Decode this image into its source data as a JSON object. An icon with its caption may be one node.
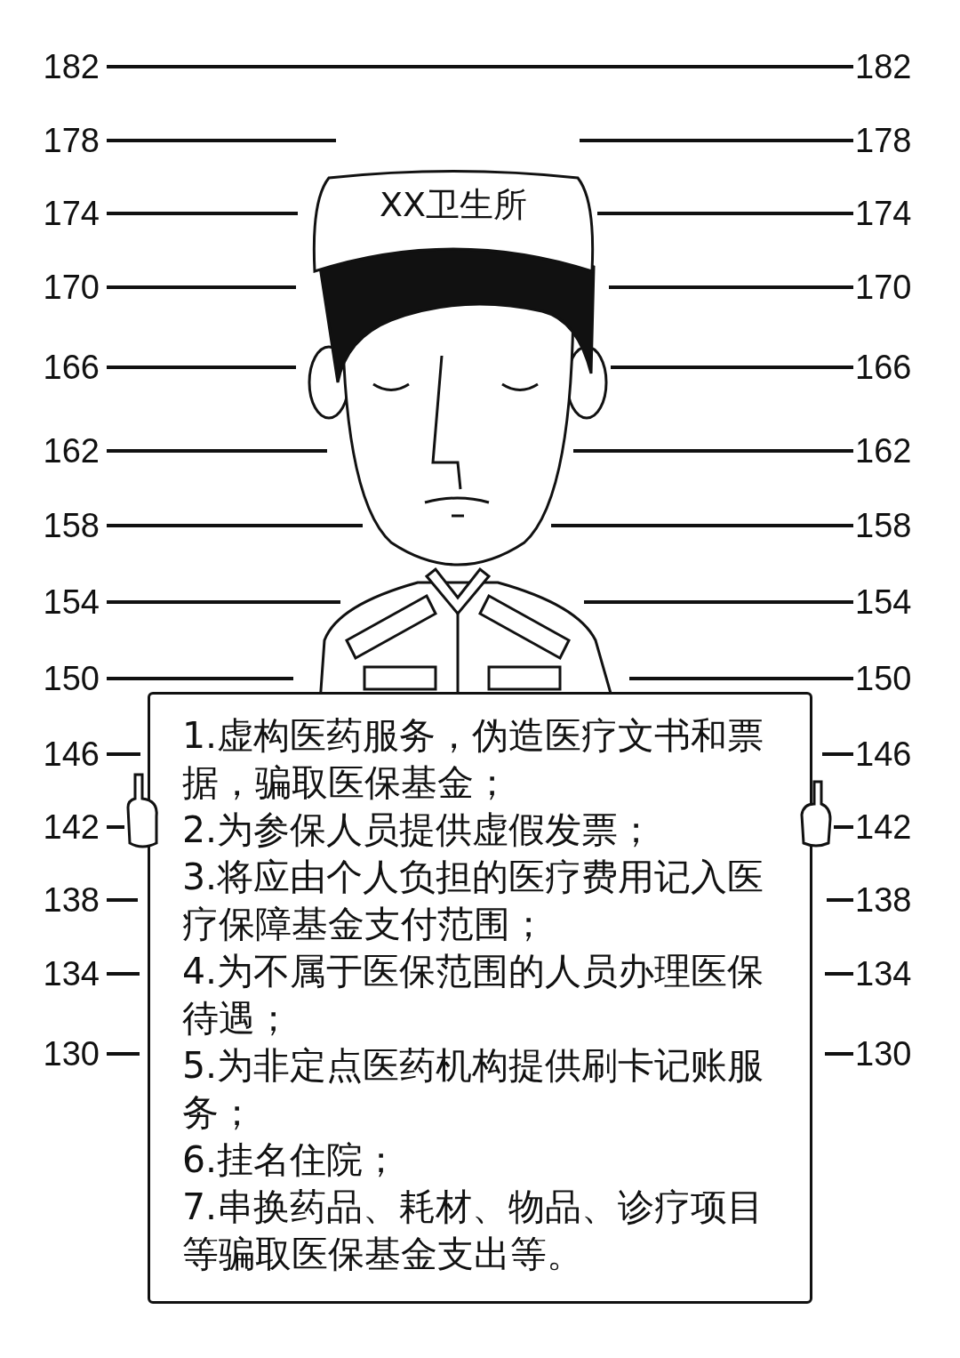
{
  "diagram": {
    "nodes": [
      {
        "text": [
          "XX卫生所"
        ]
      },
      {
        "text": [
          "1.虚构医药服务，伪造医疗文书和票据，骗取医保基金；",
          "2.为参保人员提供虚假发票；",
          "3.将应由个人负担的医疗费用记入医疗保障基金支付范围；",
          "4.为不属于医保范围的人员办理医保待遇；",
          "5.为非定点医药机构提供刷卡记账服务；",
          "6.挂名住院；",
          "7.串换药品、耗材、物品、诊疗项目等骗取医保基金支出等。"
        ]
      }
    ],
    "labels": [
      "182",
      "182",
      "178",
      "178",
      "174",
      "174",
      "170",
      "170",
      "166",
      "166",
      "162",
      "162",
      "158",
      "158",
      "154",
      "154",
      "150",
      "150",
      "146",
      "146",
      "142",
      "142",
      "138",
      "138",
      "134",
      "134",
      "130",
      "130"
    ]
  }
}
